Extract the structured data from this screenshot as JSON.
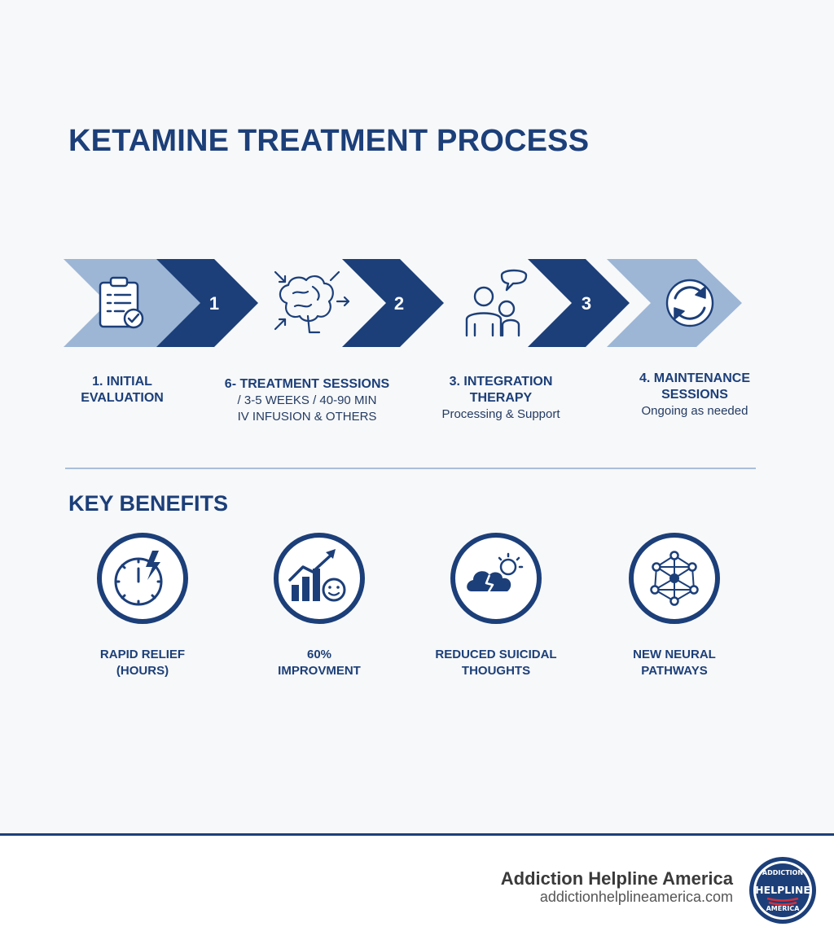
{
  "title": "KETAMINE TREATMENT PROCESS",
  "colors": {
    "navy": "#1c3f79",
    "light_blue": "#9db6d6",
    "divider": "#a9bfd9"
  },
  "steps": [
    {
      "number": "1",
      "icon": "clipboard-check-icon",
      "head_lines": [
        "1. INITIAL",
        "EVALUATION"
      ],
      "sub_lines": []
    },
    {
      "number": "2",
      "icon": "brain-icon",
      "head_lines": [
        "6- TREATMENT SESSIONS"
      ],
      "sub_lines": [
        "/ 3-5 WEEKS / 40-90 MIN",
        "IV INFUSION & OTHERS"
      ]
    },
    {
      "number": "3",
      "icon": "people-speech-icon",
      "head_lines": [
        "3. INTEGRATION",
        "THERAPY"
      ],
      "sub_lines": [
        "Processing & Support"
      ]
    },
    {
      "icon": "refresh-cycle-icon",
      "head_lines": [
        "4. MAINTENANCE",
        "SESSIONS"
      ],
      "sub_lines": [
        "Ongoing as needed"
      ]
    }
  ],
  "benefits_title": "KEY BENEFITS",
  "benefits": [
    {
      "icon": "stopwatch-lightning-icon",
      "label_lines": [
        "RAPID RELIEF",
        "(HOURS)"
      ]
    },
    {
      "icon": "chart-smiley-icon",
      "label_lines": [
        "60%",
        "IMPROVMENT"
      ]
    },
    {
      "icon": "cloud-sun-icon",
      "label_lines": [
        "REDUCED SUICIDAL",
        "THOUGHTS"
      ]
    },
    {
      "icon": "neural-network-icon",
      "label_lines": [
        "NEW NEURAL",
        "PATHWAYS"
      ]
    }
  ],
  "footer": {
    "brand": "Addiction Helpline America",
    "url": "addictionhelplineamerica.com",
    "badge_lines": [
      "ADDICTION",
      "HELPLINE",
      "AMERICA"
    ]
  }
}
